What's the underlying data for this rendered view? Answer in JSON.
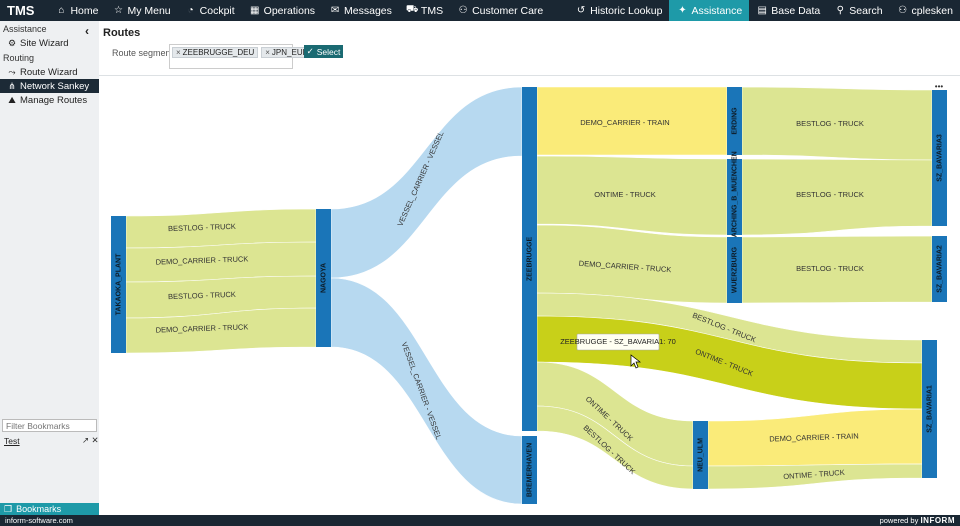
{
  "topbar": {
    "brand": "TMS",
    "nav": [
      {
        "label": "Home",
        "icon": "home-icon",
        "glyph": "⌂"
      },
      {
        "label": "My Menu",
        "icon": "star-icon",
        "glyph": "☆"
      },
      {
        "label": "Cockpit",
        "icon": "gauge-icon",
        "glyph": "◔"
      },
      {
        "label": "Operations",
        "icon": "grid-icon",
        "glyph": "▦"
      },
      {
        "label": "Messages",
        "icon": "envelope-icon",
        "glyph": "✉"
      },
      {
        "label": "TMS",
        "icon": "truck-icon",
        "glyph": "⛟"
      },
      {
        "label": "Customer Care",
        "icon": "people-icon",
        "glyph": "⚇"
      }
    ],
    "right": [
      {
        "label": "Historic Lookup",
        "icon": "history-icon",
        "glyph": "↺",
        "active": false
      },
      {
        "label": "Assistance",
        "icon": "magic-wand-icon",
        "glyph": "✦",
        "active": true
      },
      {
        "label": "Base Data",
        "icon": "table-icon",
        "glyph": "▤",
        "active": false
      },
      {
        "label": "Search",
        "icon": "search-icon",
        "glyph": "⚲",
        "active": false
      },
      {
        "label": "cplesken",
        "icon": "user-icon",
        "glyph": "⚇",
        "active": false
      }
    ]
  },
  "sidebar": {
    "sections": [
      {
        "title": "Assistance",
        "items": [
          {
            "label": "Site Wizard",
            "icon": "gear-icon",
            "glyph": "⚙",
            "active": false
          }
        ]
      },
      {
        "title": "Routing",
        "items": [
          {
            "label": "Route Wizard",
            "icon": "route-icon",
            "glyph": "⤳",
            "active": false
          },
          {
            "label": "Network Sankey",
            "icon": "network-icon",
            "glyph": "⋔",
            "active": true
          },
          {
            "label": "Manage Routes",
            "icon": "map-icon",
            "glyph": "⛰",
            "active": false
          }
        ]
      }
    ],
    "bookmark_filter_placeholder": "Filter Bookmarks",
    "bookmark_item": "Test",
    "bookmark_actions": "↗ ✕",
    "bookmarks_label": "Bookmarks"
  },
  "main": {
    "title": "Routes",
    "segments_label": "Route segments:",
    "chips": [
      "ZEEBRUGGE_DEU",
      "JPN_EUR"
    ],
    "select_label": "Select"
  },
  "footer": {
    "left": "inform-software.com",
    "powered": "powered by",
    "brand": "INFORM"
  },
  "colors": {
    "node": "#1a75b8",
    "vessel": "#b3d7ef",
    "truck": "#d8e286",
    "train": "#f9e96a",
    "highlight": "#c2cb00",
    "topbar": "#1a2733",
    "accent": "#1e9aa8"
  },
  "chart_data": {
    "type": "sankey",
    "nodes": [
      "TAKAOKA_PLANT",
      "NAGOYA",
      "ZEEBRUGGE",
      "BREMERHAVEN",
      "ERDING",
      "GARCHING_B_MUENCHEN",
      "WUERZBURG",
      "NEU_ULM",
      "SZ_BAVARIA3",
      "SZ_BAVARIA2",
      "SZ_BAVARIA1"
    ],
    "links": [
      {
        "source": "TAKAOKA_PLANT",
        "target": "NAGOYA",
        "label": "BESTLOG - TRUCK",
        "kind": "truck"
      },
      {
        "source": "TAKAOKA_PLANT",
        "target": "NAGOYA",
        "label": "DEMO_CARRIER - TRUCK",
        "kind": "truck"
      },
      {
        "source": "TAKAOKA_PLANT",
        "target": "NAGOYA",
        "label": "BESTLOG - TRUCK",
        "kind": "truck"
      },
      {
        "source": "TAKAOKA_PLANT",
        "target": "NAGOYA",
        "label": "DEMO_CARRIER - TRUCK",
        "kind": "truck"
      },
      {
        "source": "NAGOYA",
        "target": "ZEEBRUGGE",
        "label": "VESSEL_CARRIER - VESSEL",
        "kind": "vessel"
      },
      {
        "source": "NAGOYA",
        "target": "BREMERHAVEN",
        "label": "VESSEL_CARRIER - VESSEL",
        "kind": "vessel"
      },
      {
        "source": "ZEEBRUGGE",
        "target": "ERDING",
        "label": "DEMO_CARRIER - TRAIN",
        "kind": "train"
      },
      {
        "source": "ZEEBRUGGE",
        "target": "GARCHING_B_MUENCHEN",
        "label": "ONTIME - TRUCK",
        "kind": "truck"
      },
      {
        "source": "ZEEBRUGGE",
        "target": "WUERZBURG",
        "label": "DEMO_CARRIER - TRUCK",
        "kind": "truck"
      },
      {
        "source": "ZEEBRUGGE",
        "target": "SZ_BAVARIA1",
        "label": "BESTLOG - TRUCK",
        "kind": "truck"
      },
      {
        "source": "ZEEBRUGGE",
        "target": "SZ_BAVARIA1",
        "label": "ONTIME - TRUCK",
        "kind": "highlight",
        "value": 70
      },
      {
        "source": "ZEEBRUGGE",
        "target": "NEU_ULM",
        "label": "ONTIME - TRUCK",
        "kind": "truck"
      },
      {
        "source": "ZEEBRUGGE",
        "target": "NEU_ULM",
        "label": "BESTLOG - TRUCK",
        "kind": "truck"
      },
      {
        "source": "ERDING",
        "target": "SZ_BAVARIA3",
        "label": "BESTLOG - TRUCK",
        "kind": "truck"
      },
      {
        "source": "GARCHING_B_MUENCHEN",
        "target": "SZ_BAVARIA3",
        "label": "BESTLOG - TRUCK",
        "kind": "truck"
      },
      {
        "source": "WUERZBURG",
        "target": "SZ_BAVARIA2",
        "label": "BESTLOG - TRUCK",
        "kind": "truck"
      },
      {
        "source": "NEU_ULM",
        "target": "SZ_BAVARIA1",
        "label": "DEMO_CARRIER - TRAIN",
        "kind": "train"
      },
      {
        "source": "NEU_ULM",
        "target": "SZ_BAVARIA1",
        "label": "ONTIME - TRUCK",
        "kind": "truck"
      }
    ],
    "tooltip": "ZEEBRUGGE - SZ_BAVARIA1: 70"
  }
}
